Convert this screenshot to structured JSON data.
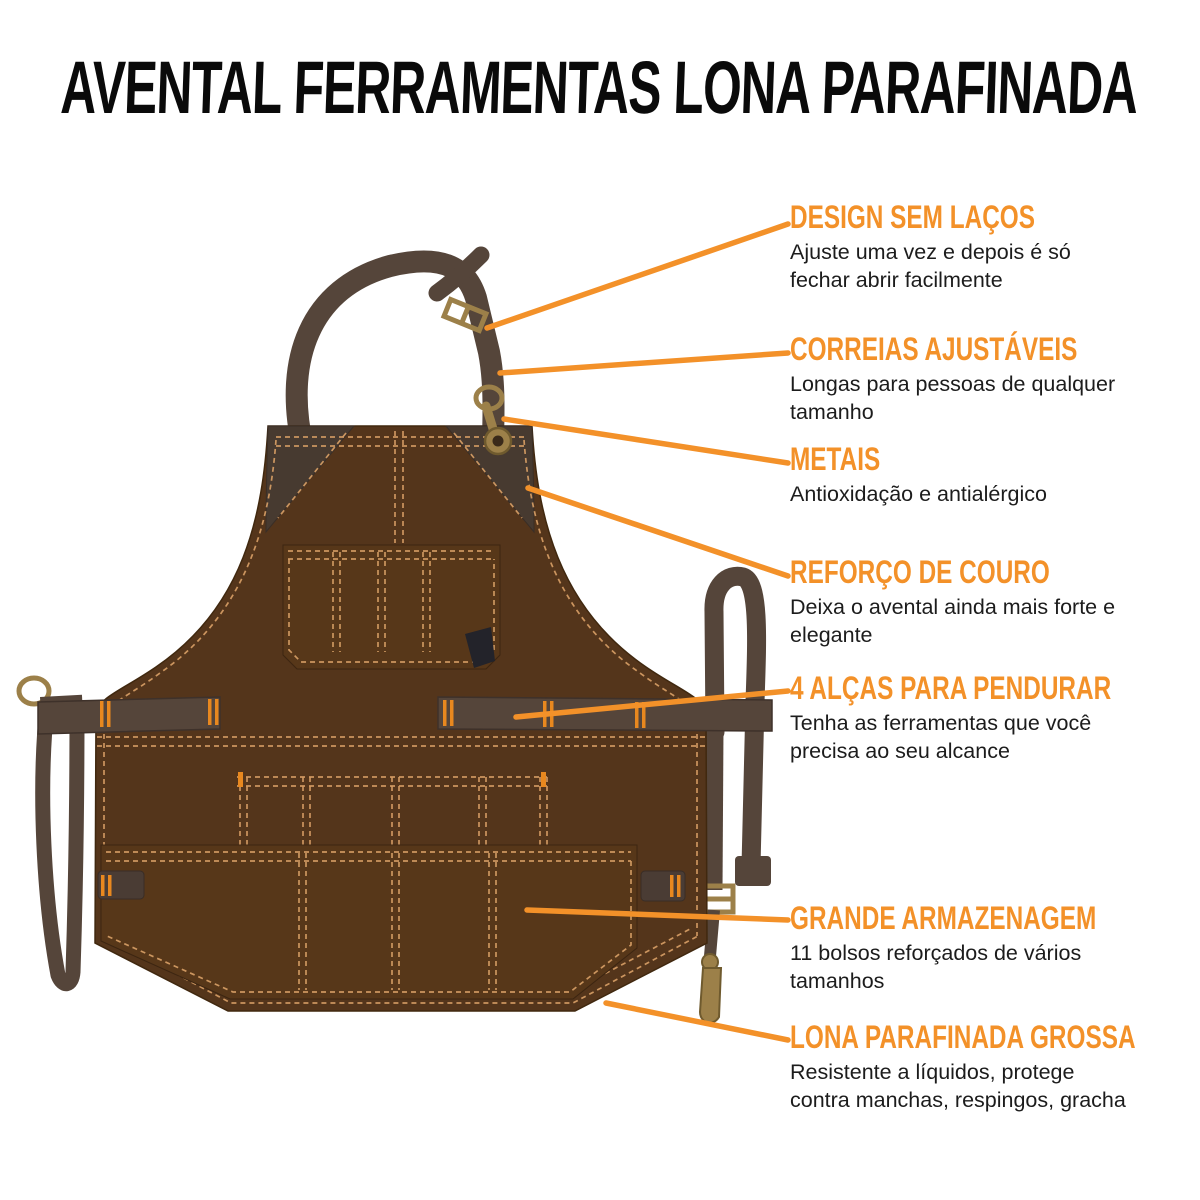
{
  "page": {
    "title": "AVENTAL FERRAMENTAS LONA PARAFINADA"
  },
  "colors": {
    "accent_orange": "#F39129",
    "body_text": "#1C1C1C",
    "title_text": "#0A0A0A",
    "canvas_brown": "#54351B",
    "pocket_brown": "#573719",
    "webbing_brown": "#55453A",
    "leather_brown": "#473A30",
    "stitch_tan": "#D39B63",
    "brass": "#9C8049",
    "bartack_orange": "#E8881F"
  },
  "illustration": {
    "name": "apron-waxed-canvas-illustration"
  },
  "callouts": [
    {
      "id": "design-sem-lacos",
      "title": "DESIGN SEM LAÇOS",
      "description": "Ajuste uma vez e depois é só fechar abrir facilmente"
    },
    {
      "id": "correias-ajustaveis",
      "title": "CORREIAS AJUSTÁVEIS",
      "description": "Longas para pessoas de qualquer tamanho"
    },
    {
      "id": "metais",
      "title": "METAIS",
      "description": "Antioxidação e antialérgico"
    },
    {
      "id": "reforco-de-couro",
      "title": "REFORÇO DE COURO",
      "description": "Deixa o avental ainda mais forte e elegante"
    },
    {
      "id": "alcas-para-pendurar",
      "title": "4 ALÇAS PARA PENDURAR",
      "description": "Tenha as ferramentas que você precisa ao seu alcance"
    },
    {
      "id": "grande-armazenagem",
      "title": "GRANDE ARMAZENAGEM",
      "description": "11 bolsos reforçados de vários tamanhos"
    },
    {
      "id": "lona-parafinada-grossa",
      "title": "LONA PARAFINADA GROSSA",
      "description": "Resistente a líquidos, protege contra manchas, respingos, gracha"
    }
  ]
}
